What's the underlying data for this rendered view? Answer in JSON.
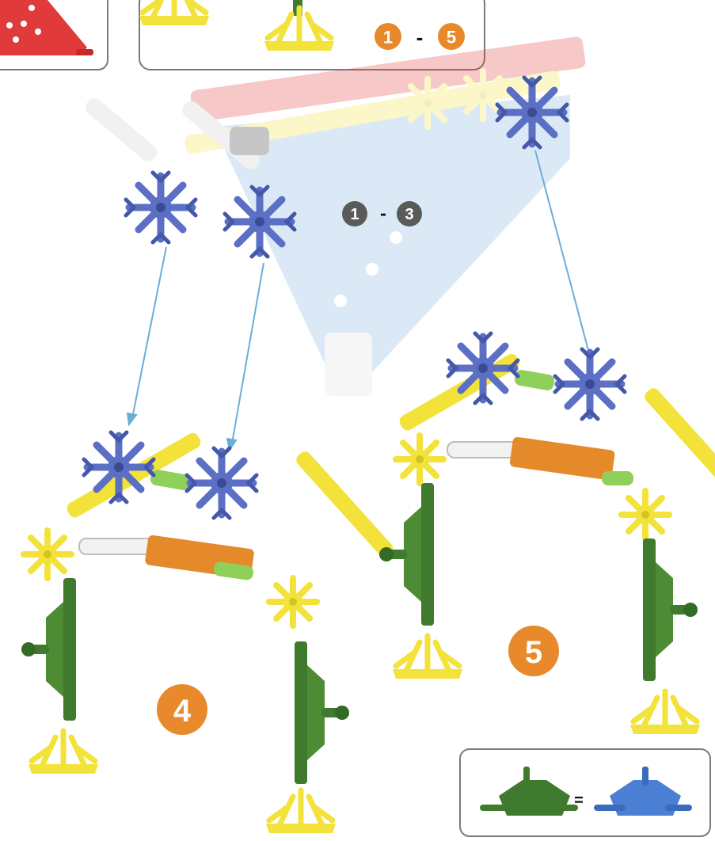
{
  "step_range_top": {
    "from": "1",
    "separator": "-",
    "to": "5"
  },
  "step_range_middle": {
    "from": "1",
    "separator": "-",
    "to": "3"
  },
  "step_4": {
    "number": "4"
  },
  "step_5": {
    "number": "5"
  },
  "equivalence": {
    "symbol": "="
  },
  "colors": {
    "orange_badge": "#e8892c",
    "gray_badge": "#5a5a5a",
    "blue_connector": "#5b6fc4",
    "yellow_connector": "#f2e23a",
    "green_rod": "#3f7a2e",
    "light_green_rod": "#8fd05a",
    "orange_rod": "#e58a2a",
    "white_rod": "#f2f2f2",
    "red_plate": "#e03a3a",
    "blue_plate": "#4a7fd4",
    "arrow": "#6aaed6",
    "panel_border": "#7a7a7a"
  },
  "icons": [
    "snowflake-connector-icon",
    "t-connector-icon",
    "rod-icon",
    "arrow-icon"
  ]
}
